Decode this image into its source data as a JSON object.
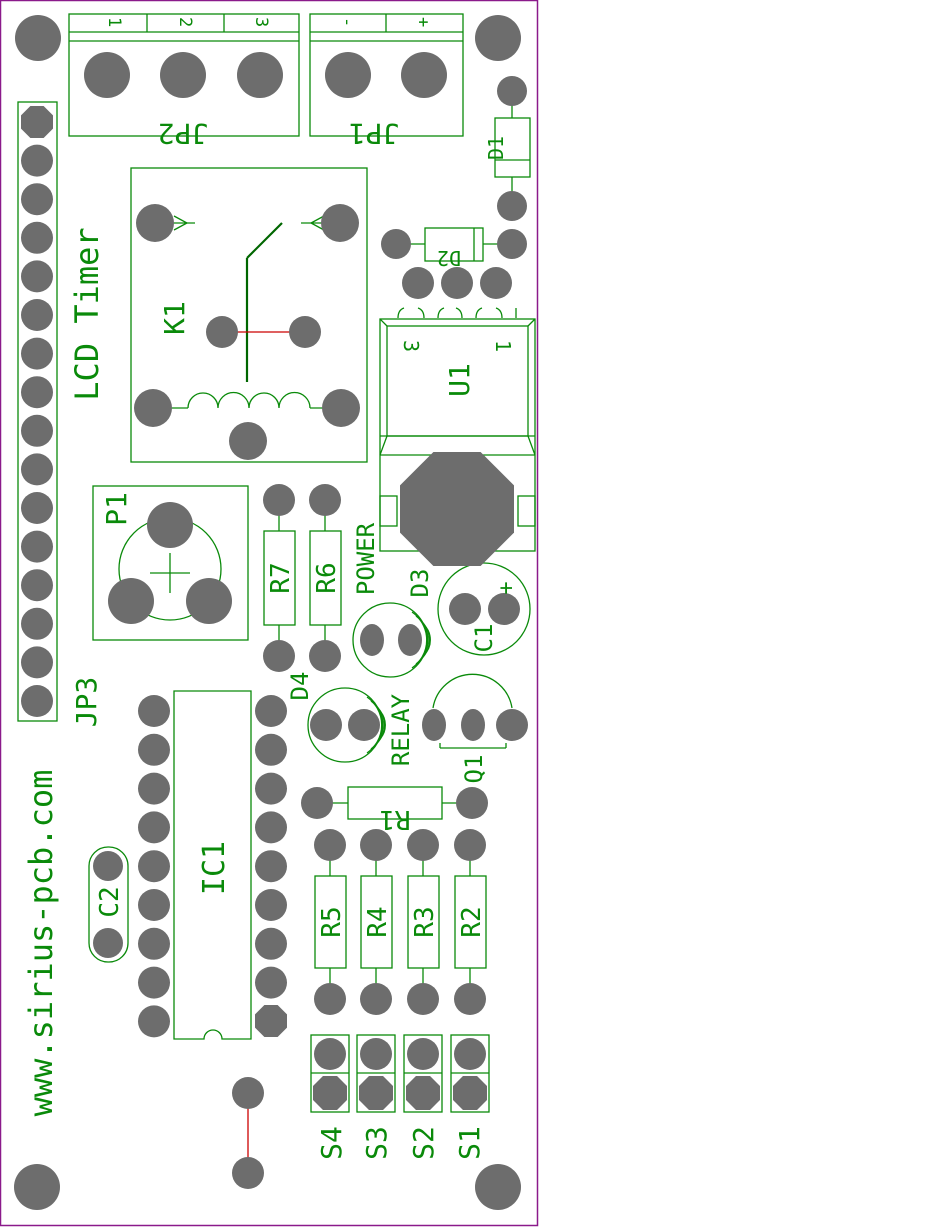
{
  "title": "LCD Timer",
  "website": "www.sirius-pcb.com",
  "colors": {
    "silkscreen": "#0a8a0a",
    "pad": "#6d6d6d",
    "pad_dark": "#5a5a5a",
    "outline": "#8b1a8b",
    "jumper": "#cc0000",
    "relay_line": "#006600",
    "background": "#ffffff"
  },
  "labels": {
    "jp2": "JP2",
    "jp2_pins": [
      "1",
      "2",
      "3"
    ],
    "jp1": "JP1",
    "jp1_pins": [
      "-",
      "+"
    ],
    "d1": "D1",
    "d2": "D2",
    "k1": "K1",
    "u1": "U1",
    "u1_pins": [
      "3",
      "1"
    ],
    "p1": "P1",
    "r7": "R7",
    "r6": "R6",
    "power": "POWER",
    "d3": "D3",
    "c1": "C1",
    "c1_plus": "+",
    "jp3": "JP3",
    "d4": "D4",
    "relay": "RELAY",
    "q1": "Q1",
    "r1": "R1",
    "ic1": "IC1",
    "c2": "C2",
    "r5": "R5",
    "r4": "R4",
    "r3": "R3",
    "r2": "R2",
    "s4": "S4",
    "s3": "S3",
    "s2": "S2",
    "s1": "S1"
  }
}
